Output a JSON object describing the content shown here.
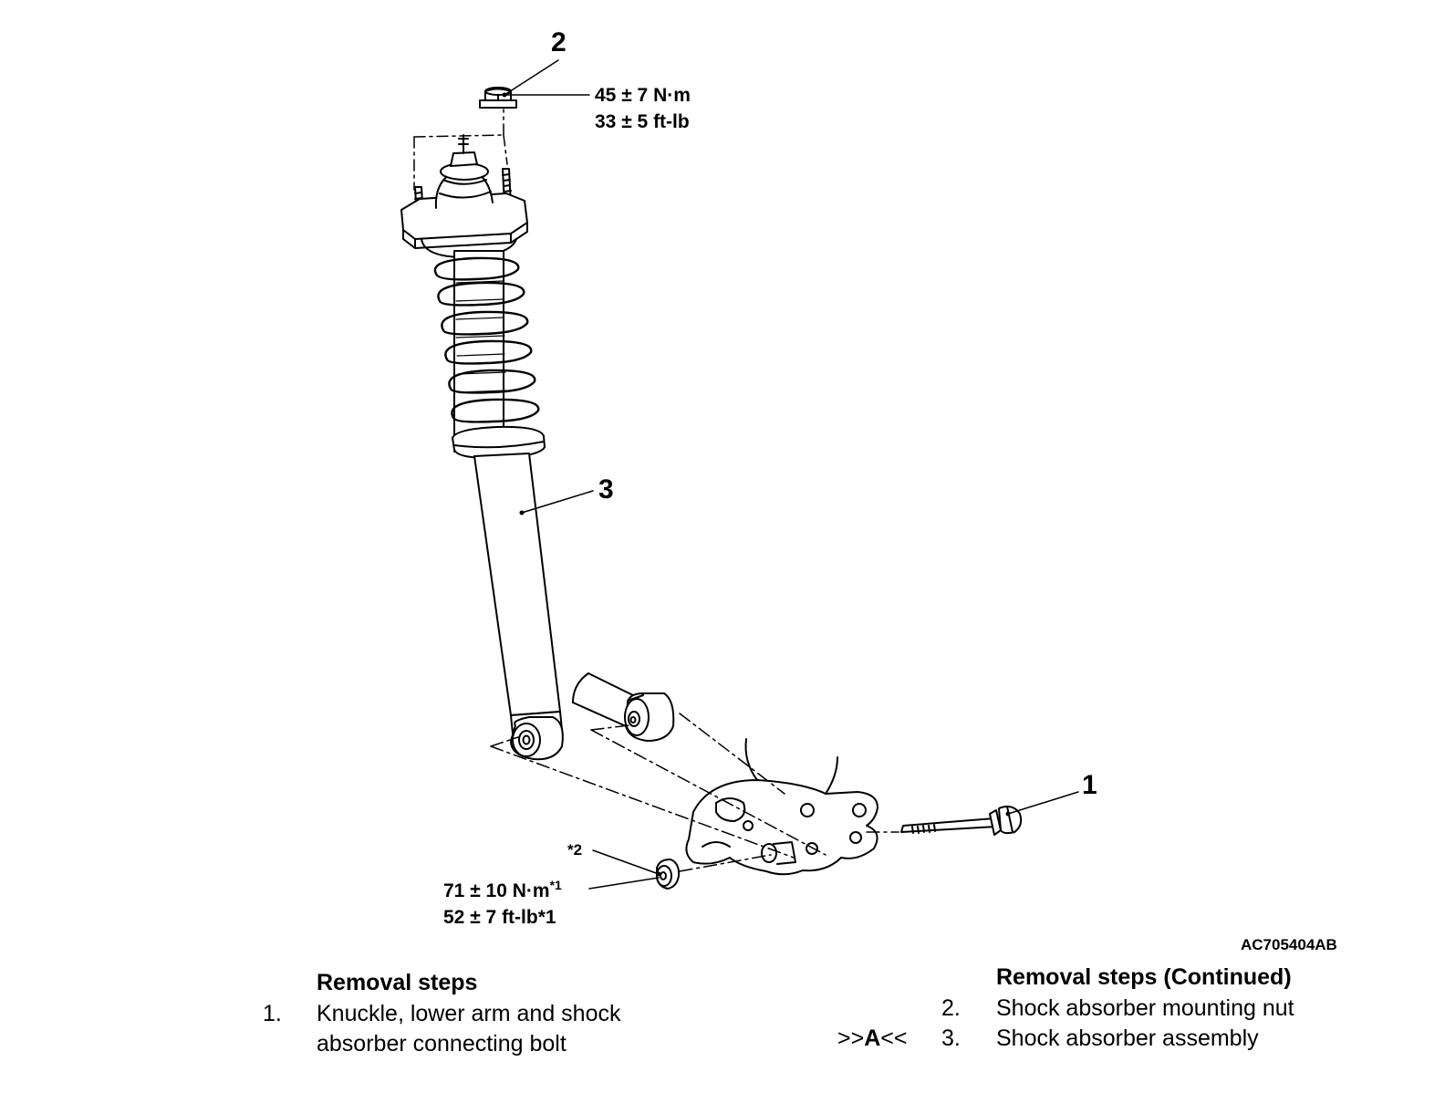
{
  "callouts": {
    "nut_number": "2",
    "assembly_number": "3",
    "bolt_number": "1",
    "star_note": "*2"
  },
  "torque_top": {
    "line1": "45 ± 7 N·m",
    "line2": "33 ± 5 ft-lb"
  },
  "torque_bottom": {
    "line1": "71 ± 10 N·m",
    "line1_sup": "*1",
    "line2": "52 ± 7 ft-lb",
    "line2_sup": "*1"
  },
  "figure_code": "AC705404AB",
  "removal_steps": {
    "title": "Removal steps",
    "items": [
      {
        "number": "1.",
        "line1": "Knuckle, lower arm and shock",
        "line2": "absorber connecting bolt"
      }
    ]
  },
  "removal_steps_continued": {
    "title": "Removal steps (Continued)",
    "items": [
      {
        "number": "2.",
        "text": "Shock absorber mounting nut",
        "marker": ""
      },
      {
        "number": "3.",
        "text": "Shock absorber assembly",
        "marker_prefix": ">>",
        "marker_letter": "A",
        "marker_suffix": "<<"
      }
    ]
  }
}
